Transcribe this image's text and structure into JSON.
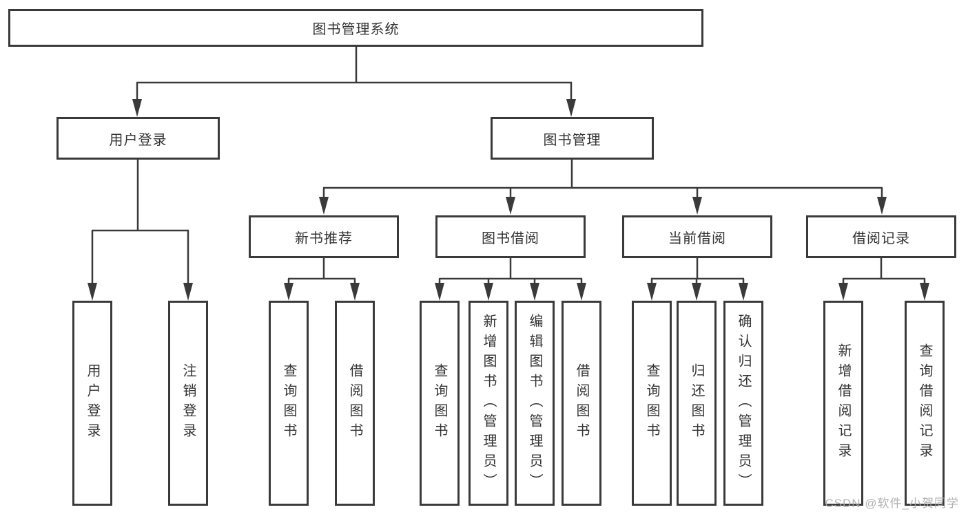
{
  "watermark": "CSDN @软件_小贺同学",
  "colors": {
    "line": "#3a3a3a",
    "box_border": "#3a3a3a",
    "box_fill": "#ffffff",
    "text": "#333333",
    "watermark": "#aaaaaa",
    "background": "#ffffff"
  },
  "tree": {
    "label": "图书管理系统",
    "children": [
      {
        "label": "用户登录",
        "children": [
          {
            "label": "用户登录"
          },
          {
            "label": "注销登录"
          }
        ]
      },
      {
        "label": "图书管理",
        "children": [
          {
            "label": "新书推荐",
            "children": [
              {
                "label": "查询图书"
              },
              {
                "label": "借阅图书"
              }
            ]
          },
          {
            "label": "图书借阅",
            "children": [
              {
                "label": "查询图书"
              },
              {
                "label": "新增图书（管理员）"
              },
              {
                "label": "编辑图书（管理员）"
              },
              {
                "label": "借阅图书"
              }
            ]
          },
          {
            "label": "当前借阅",
            "children": [
              {
                "label": "查询图书"
              },
              {
                "label": "归还图书"
              },
              {
                "label": "确认归还（管理员）"
              }
            ]
          },
          {
            "label": "借阅记录",
            "children": [
              {
                "label": "新增借阅记录"
              },
              {
                "label": "查询借阅记录"
              }
            ]
          }
        ]
      }
    ]
  }
}
